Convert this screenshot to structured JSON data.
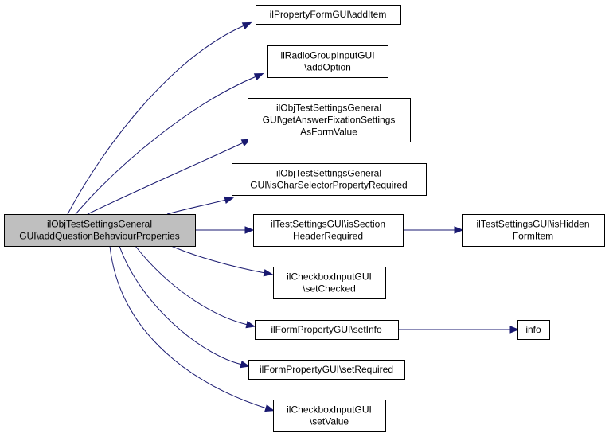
{
  "graph": {
    "nodes": [
      {
        "id": "root",
        "lines": [
          "ilObjTestSettingsGeneral",
          "GUI\\addQuestionBehaviourProperties"
        ]
      },
      {
        "id": "n1",
        "lines": [
          "ilPropertyFormGUI\\addItem"
        ]
      },
      {
        "id": "n2",
        "lines": [
          "ilRadioGroupInputGUI",
          "\\addOption"
        ]
      },
      {
        "id": "n3",
        "lines": [
          "ilObjTestSettingsGeneral",
          "GUI\\getAnswerFixationSettings",
          "AsFormValue"
        ]
      },
      {
        "id": "n4",
        "lines": [
          "ilObjTestSettingsGeneral",
          "GUI\\isCharSelectorPropertyRequired"
        ]
      },
      {
        "id": "n5",
        "lines": [
          "ilTestSettingsGUI\\isSection",
          "HeaderRequired"
        ]
      },
      {
        "id": "n6",
        "lines": [
          "ilTestSettingsGUI\\isHidden",
          "FormItem"
        ]
      },
      {
        "id": "n7",
        "lines": [
          "ilCheckboxInputGUI",
          "\\setChecked"
        ]
      },
      {
        "id": "n8",
        "lines": [
          "ilFormPropertyGUI\\setInfo"
        ]
      },
      {
        "id": "n9",
        "lines": [
          "info"
        ]
      },
      {
        "id": "n10",
        "lines": [
          "ilFormPropertyGUI\\setRequired"
        ]
      },
      {
        "id": "n11",
        "lines": [
          "ilCheckboxInputGUI",
          "\\setValue"
        ]
      }
    ],
    "edges": [
      {
        "from": "root",
        "to": "n1"
      },
      {
        "from": "root",
        "to": "n2"
      },
      {
        "from": "root",
        "to": "n3"
      },
      {
        "from": "root",
        "to": "n4"
      },
      {
        "from": "root",
        "to": "n5"
      },
      {
        "from": "root",
        "to": "n7"
      },
      {
        "from": "root",
        "to": "n8"
      },
      {
        "from": "root",
        "to": "n10"
      },
      {
        "from": "root",
        "to": "n11"
      },
      {
        "from": "n5",
        "to": "n6"
      },
      {
        "from": "n8",
        "to": "n9"
      }
    ]
  },
  "colors": {
    "edge": "#191970",
    "root_fill": "#bfbfbf",
    "node_fill": "#ffffff",
    "border": "#000000"
  }
}
